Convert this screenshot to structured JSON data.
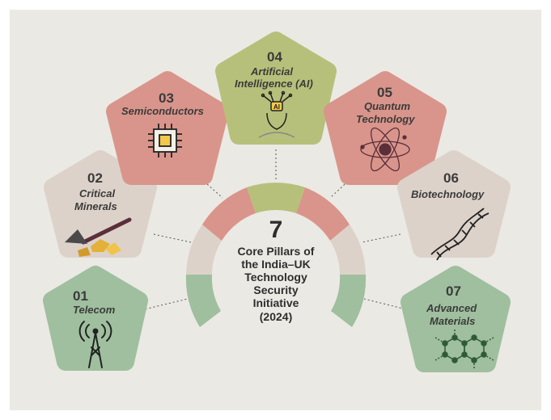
{
  "colors": {
    "background": "#ebe9e4",
    "green": "#9fbf9e",
    "rose": "#d9958b",
    "beige": "#dcd2c9",
    "olive": "#b7c07a",
    "text": "#3b3b3b"
  },
  "center": {
    "number": "7",
    "lines": [
      "Core Pillars of",
      "the India–UK",
      "Technology",
      "Security",
      "Initiative",
      "(2024)"
    ]
  },
  "pillars": [
    {
      "number": "01",
      "label_lines": [
        "Telecom"
      ],
      "color": "green",
      "icon": "telecom-tower-icon"
    },
    {
      "number": "02",
      "label_lines": [
        "Critical",
        "Minerals"
      ],
      "color": "beige",
      "icon": "mining-shovel-icon"
    },
    {
      "number": "03",
      "label_lines": [
        "Semiconductors"
      ],
      "color": "rose",
      "icon": "microchip-icon"
    },
    {
      "number": "04",
      "label_lines": [
        "Artificial",
        "Intelligence (AI)"
      ],
      "color": "olive",
      "icon": "ai-robot-head-icon"
    },
    {
      "number": "05",
      "label_lines": [
        "Quantum",
        "Technology"
      ],
      "color": "rose",
      "icon": "atom-icon"
    },
    {
      "number": "06",
      "label_lines": [
        "Biotechnology"
      ],
      "color": "beige",
      "icon": "dna-helix-icon"
    },
    {
      "number": "07",
      "label_lines": [
        "Advanced",
        "Materials"
      ],
      "color": "green",
      "icon": "molecule-structure-icon"
    }
  ]
}
